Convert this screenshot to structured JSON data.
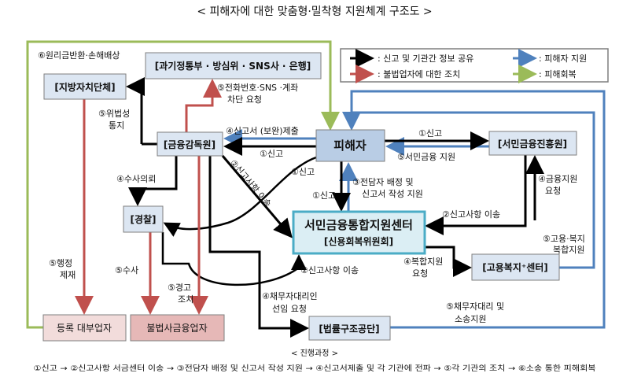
{
  "title": "< 피해자에 대한 맞춤형·밀착형 지원체계 구조도 >",
  "legend": {
    "black": ": 신고 및 기관간 정보 공유",
    "blue": ": 피해자 지원",
    "red": ": 불법업자에 대한 조치",
    "green": ": 피해회복"
  },
  "colors": {
    "black": "#000000",
    "blue": "#4f81bd",
    "red": "#c0504d",
    "green": "#9bbb59",
    "box_fill": "#dce6f2",
    "victim_fill": "#b9cde5",
    "center_border": "#4bacc6",
    "center_fill": "#dbeef4",
    "pink": "#f2dcdb",
    "red_fill": "#e6b8b7"
  },
  "boxes": {
    "ministry": "[과기정통부 · 방심위 · SNS사 · 은행]",
    "local_gov": "[지방자치단체]",
    "fss": "[금융감독원]",
    "victim": "피해자",
    "kinfa": "[서민금융진흥원]",
    "police": "[경찰]",
    "center_line1": "서민금융통합지원센터",
    "center_line2": "[신용회복위원회]",
    "employment": "[고용복지⁺센터]",
    "registered_lender": "등록 대부업자",
    "illegal_lender": "불법사금융업자",
    "legal_aid": "[법률구조공단]"
  },
  "labels": {
    "recovery": "⑥원리금반환·손해배상",
    "block_1": "⑤전화번호·SNS ·계좌",
    "block_2": "차단 요청",
    "illegal_notice_1": "⑤위법성",
    "illegal_notice_2": "통지",
    "submit": "④신고서 (보완)제출",
    "report_fss": "①신고",
    "report_police": "①신고",
    "report_center": "①신고",
    "report_kinfa": "①신고",
    "kinfa_support": "⑤서민금융 지원",
    "transfer_diag": "②신고사항 이송",
    "investigation_req": "④수사의뢰",
    "assign_1": "③전담자 배정 및",
    "assign_2": "신고서 작성 지원",
    "financial_req_1": "④금융지원",
    "financial_req_2": "요청",
    "transfer_kinfa": "②신고사항 이송",
    "transfer_police": "②신고사항 이송",
    "emp_support_1": "⑤고용·복지",
    "emp_support_2": "복합지원",
    "complex_req_1": "④복합지원",
    "complex_req_2": "요청",
    "admin_1": "⑤행정",
    "admin_2": "제재",
    "investigate": "⑤수사",
    "warning_1": "⑤경고",
    "warning_2": "조치",
    "debtor_agent_1": "④채무자대리인",
    "debtor_agent_2": "선임 요청",
    "litigation_1": "⑤채무자대리 및",
    "litigation_2": "소송지원"
  },
  "footer": {
    "heading": "< 진행과정 >",
    "process": "①신고 → ②신고사항 서금센터 이송 → ③전담자 배정 및 신고서 작성 지원 → ④신고서제출 및 각 기관에 전파 → ⑤각 기관의 조치 → ⑥소송 통한 피해회복"
  }
}
